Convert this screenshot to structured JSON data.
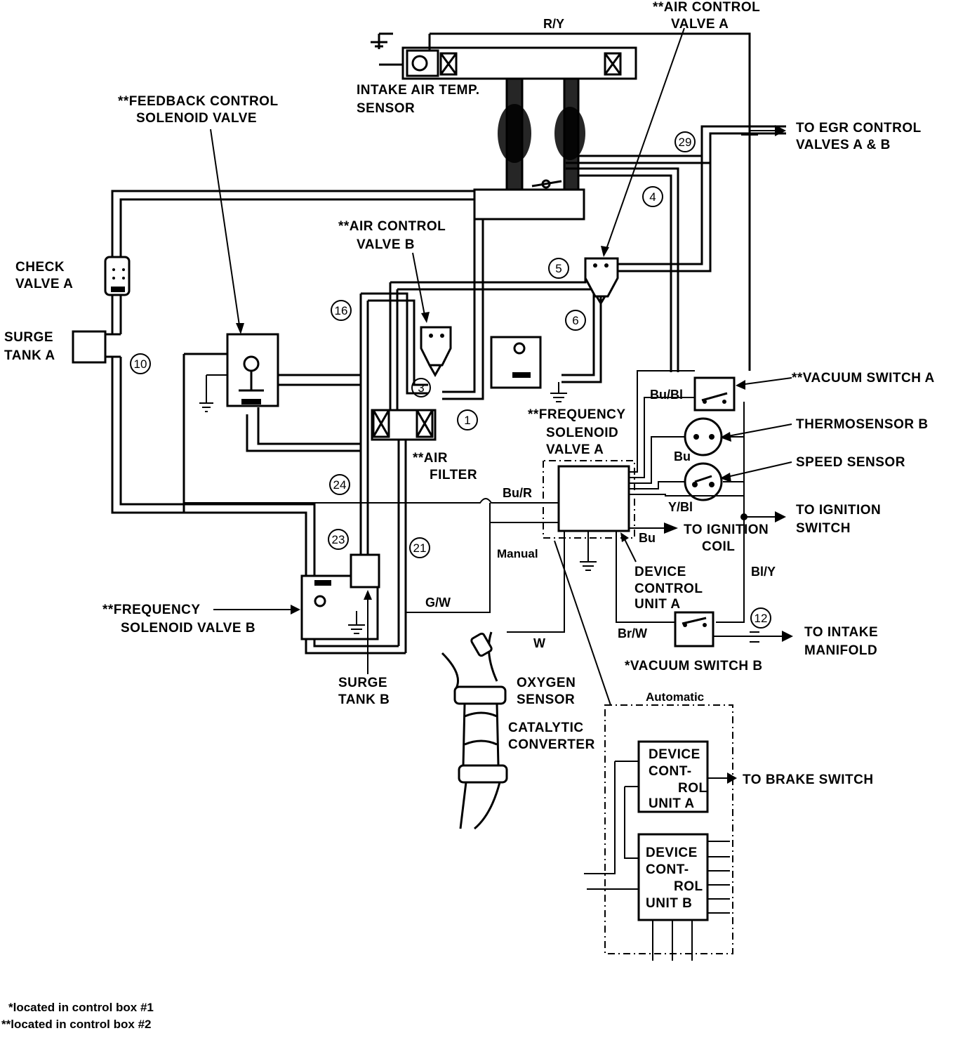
{
  "labels": {
    "air_control_valve_a": [
      "**AIR CONTROL",
      "VALVE A"
    ],
    "ry": "R/Y",
    "intake_air_temp_sensor": [
      "INTAKE AIR TEMP.",
      "SENSOR"
    ],
    "feedback_control_solenoid": [
      "**FEEDBACK CONTROL",
      "SOLENOID VALVE"
    ],
    "to_egr": [
      "TO EGR CONTROL",
      "VALVES A & B"
    ],
    "check_valve_a": [
      "CHECK",
      "VALVE A"
    ],
    "surge_tank_a": [
      "SURGE",
      "TANK A"
    ],
    "air_control_valve_b": [
      "**AIR CONTROL",
      "VALVE B"
    ],
    "frequency_solenoid_a": [
      "**FREQUENCY",
      "SOLENOID",
      "VALVE A"
    ],
    "vacuum_switch_a": "**VACUUM SWITCH A",
    "thermosensor_b": "THERMOSENSOR B",
    "speed_sensor": "SPEED SENSOR",
    "air_filter": [
      "**AIR",
      "FILTER"
    ],
    "to_ignition_switch": [
      "TO IGNITION",
      "SWITCH"
    ],
    "to_ignition_coil": [
      "TO IGNITION",
      "COIL"
    ],
    "device_control_unit_a": [
      "DEVICE",
      "CONTROL",
      "UNIT A"
    ],
    "frequency_solenoid_b": [
      "**FREQUENCY",
      "SOLENOID VALVE B"
    ],
    "surge_tank_b": [
      "SURGE",
      "TANK B"
    ],
    "oxygen_sensor": [
      "OXYGEN",
      "SENSOR"
    ],
    "catalytic_converter": [
      "CATALYTIC",
      "CONVERTER"
    ],
    "to_intake_manifold": [
      "TO INTAKE",
      "MANIFOLD"
    ],
    "vacuum_switch_b": "*VACUUM SWITCH B",
    "automatic": "Automatic",
    "manual": "Manual",
    "to_brake_switch": "TO BRAKE SWITCH",
    "dcu_a_box": [
      "DEVICE",
      "CONT-",
      "ROL",
      "UNIT A"
    ],
    "dcu_b_box": [
      "DEVICE",
      "CONT-",
      "ROL",
      "UNIT B"
    ]
  },
  "wires": {
    "bu_bl": "Bu/Bl",
    "bu": "Bu",
    "bu_r": "Bu/R",
    "y_bl": "Y/Bl",
    "bu2": "Bu",
    "bl_y": "Bl/Y",
    "br_w": "Br/W",
    "g_w": "G/W",
    "w": "W"
  },
  "hose_numbers": [
    "29",
    "4",
    "5",
    "6",
    "16",
    "10",
    "3",
    "1",
    "24",
    "23",
    "21",
    "12"
  ],
  "footnotes": [
    "*located in control box #1",
    "**located in control box #2"
  ]
}
